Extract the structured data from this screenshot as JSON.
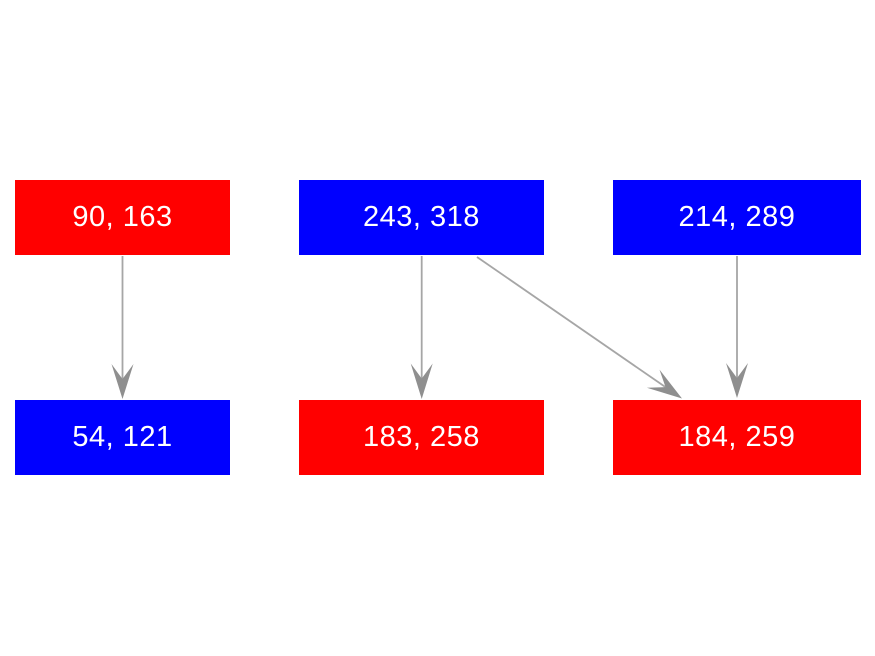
{
  "diagram": {
    "background_color": "#ffffff",
    "text_color": "#ffffff",
    "edge_line_color": "#a6a6a6",
    "edge_head_color": "#8f8f8f",
    "palette": {
      "red": "#ff0000",
      "blue": "#0000ff"
    },
    "nodes": [
      {
        "label": "90, 163",
        "color": "red"
      },
      {
        "label": "243, 318",
        "color": "blue"
      },
      {
        "label": "214, 289",
        "color": "blue"
      },
      {
        "label": "54, 121",
        "color": "blue"
      },
      {
        "label": "183, 258",
        "color": "red"
      },
      {
        "label": "184, 259",
        "color": "red"
      }
    ],
    "edges": [
      {
        "from": "90, 163",
        "to": "54, 121"
      },
      {
        "from": "243, 318",
        "to": "183, 258"
      },
      {
        "from": "243, 318",
        "to": "184, 259"
      },
      {
        "from": "214, 289",
        "to": "184, 259"
      }
    ]
  }
}
